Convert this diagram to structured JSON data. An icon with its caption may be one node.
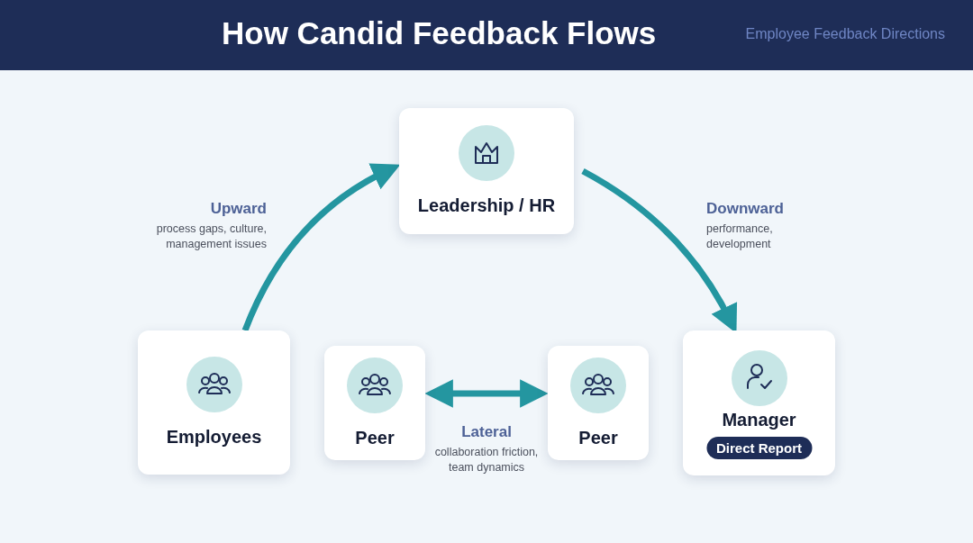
{
  "diagram": {
    "title": "How Candid Feedback Flows",
    "nodes": [
      {
        "text": [
          "Leadership / HR"
        ]
      },
      {
        "text": [
          "Employees"
        ]
      },
      {
        "text": [
          "Peer"
        ]
      },
      {
        "text": [
          "Peer"
        ]
      },
      {
        "text": [
          "Manager",
          "Direct Report"
        ]
      }
    ],
    "edges": [
      {
        "from": 1,
        "to": 0,
        "arrow": "to",
        "label": "Upward"
      },
      {
        "from": 0,
        "to": 4,
        "arrow": "to",
        "label": "Downward"
      },
      {
        "from": 2,
        "to": 3,
        "arrow": "both",
        "label": "Lateral"
      }
    ],
    "labels": [
      "Employee Feedback Directions",
      "process gaps, culture, management issues",
      "performance, development",
      "collaboration friction, team dynamics"
    ]
  }
}
